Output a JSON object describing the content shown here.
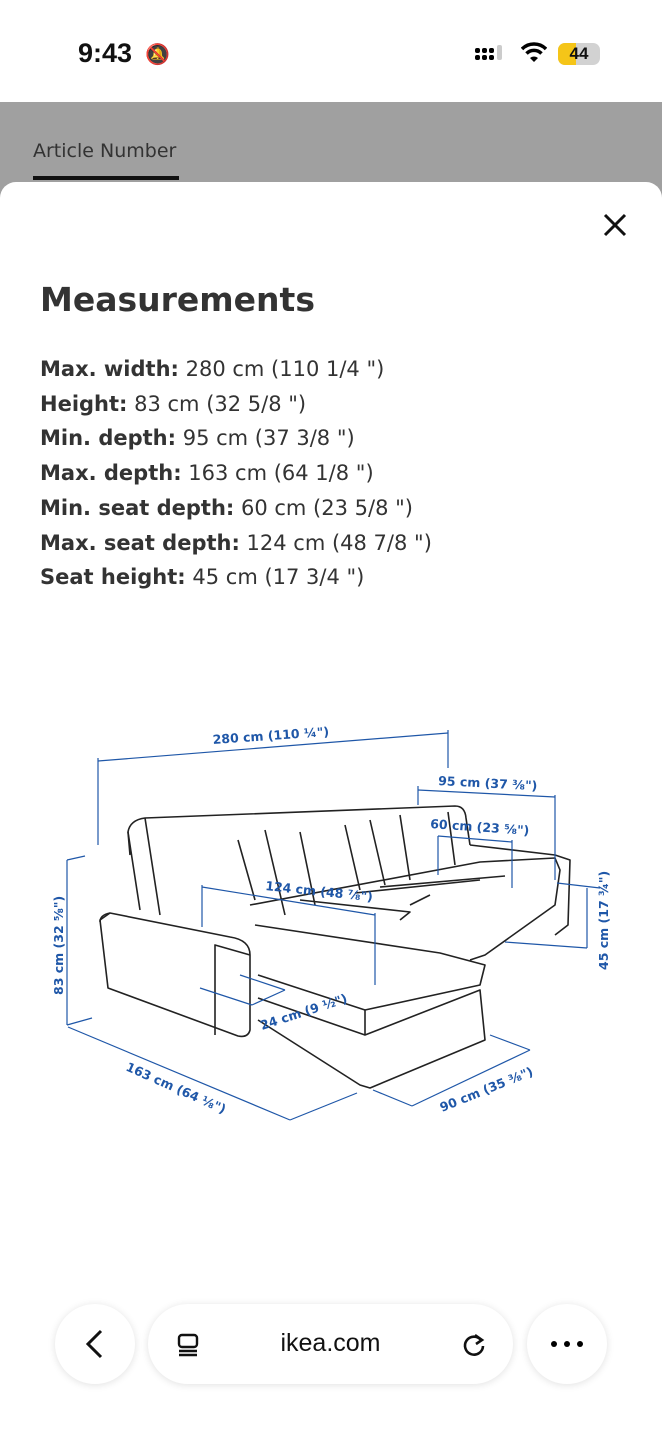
{
  "status_bar": {
    "time": "9:43",
    "battery": "44",
    "battery_level": 0.44
  },
  "tab": {
    "label": "Article Number"
  },
  "sheet": {
    "title": "Measurements",
    "items": [
      {
        "label": "Max. width:",
        "value": " 280 cm (110 1/4 \")"
      },
      {
        "label": "Height:",
        "value": " 83 cm (32 5/8 \")"
      },
      {
        "label": "Min. depth:",
        "value": " 95 cm (37 3/8 \")"
      },
      {
        "label": "Max. depth:",
        "value": " 163 cm (64 1/8 \")"
      },
      {
        "label": "Min. seat depth:",
        "value": " 60 cm (23 5/8 \")"
      },
      {
        "label": "Max. seat depth:",
        "value": " 124 cm (48 7/8 \")"
      },
      {
        "label": "Seat height:",
        "value": " 45 cm (17 3/4 \")"
      }
    ]
  },
  "diagram": {
    "color": "#1f57a8",
    "labels": {
      "width": "280 cm (110 ¼\")",
      "min_depth": "95 cm (37 ⅜\")",
      "min_seat": "60 cm (23 ⅝\")",
      "max_seat": "124 cm (48 ⅞\")",
      "arm": "24 cm (9 ½\")",
      "height": "83 cm (32 ⅝\")",
      "seat_height": "45 cm (17 ¾\")",
      "max_depth": "163 cm (64 ⅛\")",
      "chaise_width": "90 cm (35 ⅜\")"
    }
  },
  "browser": {
    "url": "ikea.com"
  }
}
